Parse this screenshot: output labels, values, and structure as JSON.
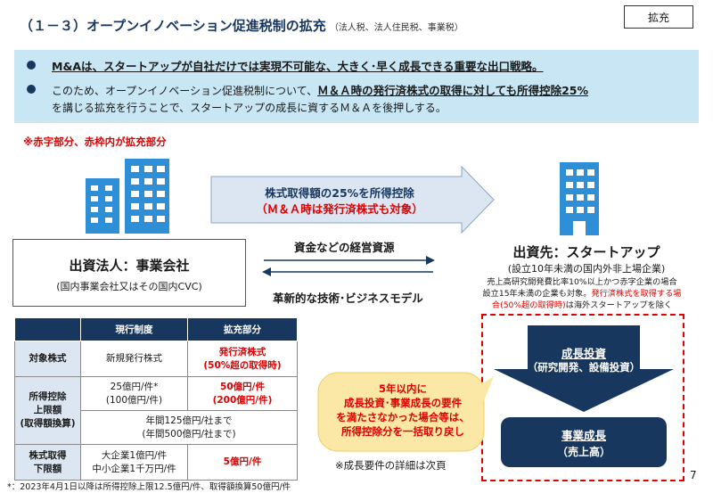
{
  "header": {
    "title": "（１－３）オープンイノベーション促進税制の拡充",
    "subtitle": "（法人税、法人住民税、事業税）",
    "badge": "拡充"
  },
  "summary": {
    "line1": "M&Aは、スタートアップが自社だけでは実現不可能な、大きく･早く成長できる重要な出口戦略。",
    "line2_prefix": "このため、オープンイノベーション促進税制について、",
    "line2_emphasis": "Ｍ＆Ａ時の発行済株式の取得に対しても所得控除25%",
    "line3": "を講じる拡充を行うことで、スタートアップの成長に資するＭ＆Ａを後押しする。"
  },
  "note_red": "※赤字部分、赤枠内が拡充部分",
  "deduction_arrow": {
    "line1": "株式取得額の25%を所得控除",
    "line2": "（Ｍ＆Ａ時は発行済株式も対象）"
  },
  "investor": {
    "title": "出資法人：事業会社",
    "subtitle": "(国内事業会社又はその国内CVC)"
  },
  "flows": {
    "resources": "資金などの経営資源",
    "innovation": "革新的な技術･ビジネスモデル"
  },
  "startup": {
    "title": "出資先：スタートアップ",
    "subtitle": "(設立10年未満の国内外非上場企業)",
    "note_line1": "売上高研究開発費比率10%以上かつ赤字企業の場合",
    "note_line2_black": "設立15年未満の企業も対象。",
    "note_line2_red": "発行済株式を取得する場",
    "note_line3_red": "合(50%超の取得時)",
    "note_line3_black": "は海外スタートアップを除く"
  },
  "table": {
    "headers": [
      "",
      "現行制度",
      "拡充部分"
    ],
    "row1": {
      "label": "対象株式",
      "current": "新規発行株式",
      "expanded_1": "発行済株式",
      "expanded_2": "(50%超の取得時)"
    },
    "row2": {
      "label_1": "所得控除",
      "label_2": "上限額",
      "label_3": "(取得額換算)",
      "current_1": "25億円/件*",
      "current_2": "(100億円/件)",
      "expanded_1": "50億円/件",
      "expanded_2": "(200億円/件)",
      "annual_1": "年間125億円/社まで",
      "annual_2": "(年間500億円/社まで)"
    },
    "row3": {
      "label_1": "株式取得",
      "label_2": "下限額",
      "current_1": "大企業1億円/件",
      "current_2": "中小企業1千万円/件",
      "expanded": "5億円/件"
    }
  },
  "growth_arrow": {
    "line1": "成長投資",
    "line2": "（研究開発、設備投資）"
  },
  "growth_box": {
    "line1": "事業成長",
    "line2": "（売上高）"
  },
  "callout": {
    "line1": "5年以内に",
    "line2": "成長投資･事業成長の要件",
    "line3": "を満たさなかった場合等は、",
    "line4": "所得控除分を一括取り戻し"
  },
  "detail_note": "※成長要件の詳細は次頁",
  "footnote": "*：2023年4月1日以降は所得控除上限12.5億円/件、取得額換算50億円/件",
  "page_number": "7",
  "colors": {
    "navy": "#17375e",
    "red": "#e00000",
    "summary_bg": "#c9e6f4",
    "building": "#2e8fd6",
    "callout_bg": "#fbe8a6"
  }
}
